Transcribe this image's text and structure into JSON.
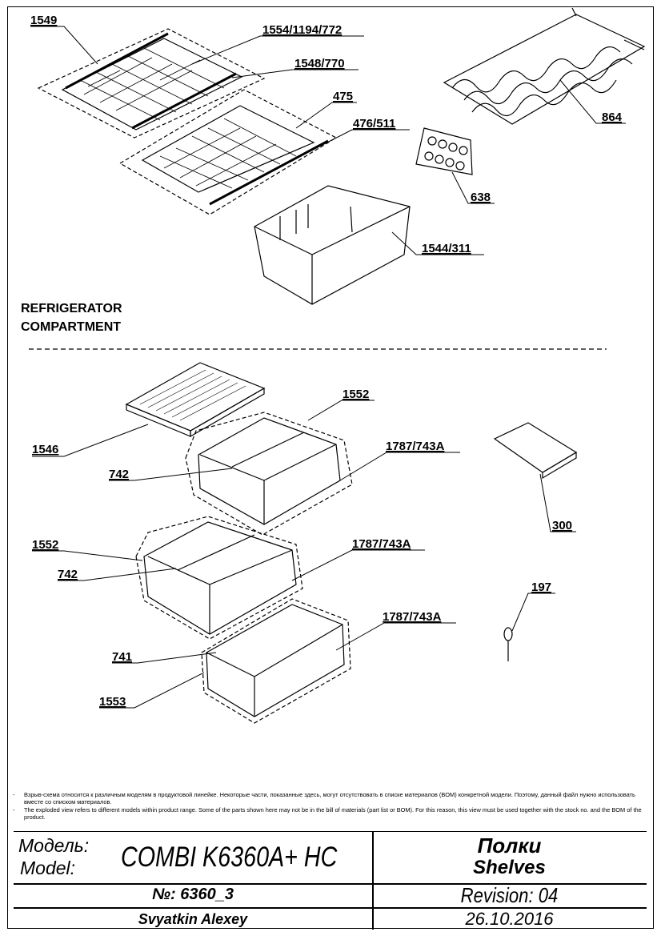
{
  "section_title": [
    "REFRIGERATOR",
    "COMPARTMENT"
  ],
  "part_labels": [
    "1549",
    "1554/1194/772",
    "1548/770",
    "475",
    "476/511",
    "864",
    "638",
    "1544/311",
    "1552",
    "1546",
    "742",
    "1787/743A",
    "300",
    "1552",
    "742",
    "1787/743A",
    "197",
    "741",
    "1787/743A",
    "1553"
  ],
  "notes": [
    "Взрыв-схема относится к различным моделям в продуктовой линейке.  Некоторые части, показанные здесь, могут отсутствовать в списке материалов (BOM) конкретной модели. Поэтому, данный файл нужно использовать вместе со списком материалов.",
    "The exploded view refers to different models within product range. Some of the parts shown here may not be in the bill of materials (part list or BOM). For this reason, this view must be used together with the stock no. and the BOM of the product."
  ],
  "title_block": {
    "model_label_ru": "Модель:",
    "model_label_en": "Model:",
    "model_name": "COMBI K6360A+ HC",
    "title_ru": "Полки",
    "title_en": "Shelves",
    "number": "№: 6360_3",
    "revision": "Revision: 04",
    "author": "Svyatkin Alexey",
    "date": "26.10.2016"
  }
}
